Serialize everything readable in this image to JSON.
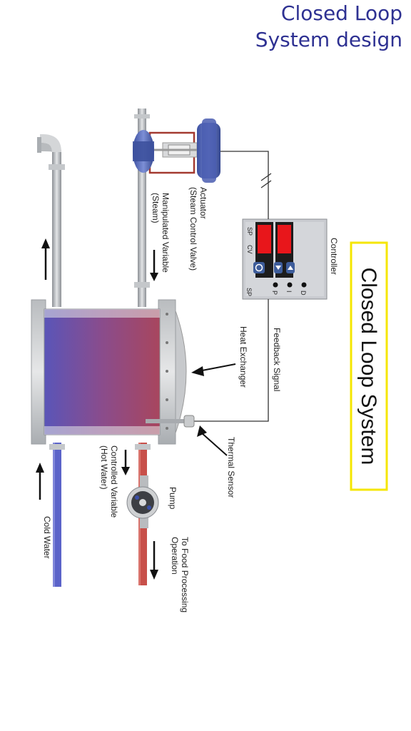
{
  "title": {
    "line1": "Closed Loop",
    "line2": "System design"
  },
  "diagram": {
    "banner": "Closed Loop System",
    "labels": {
      "controller": "Controller",
      "feedback": "Feedback Signal",
      "heat_exchanger": "Heat Exchanger",
      "thermal_sensor": "Thermal Sensor",
      "actuator_1": "Actuator",
      "actuator_2": "(Steam Control Valve)",
      "manipulated_1": "Manipulated Variable",
      "manipulated_2": "(Steam)",
      "pump": "Pump",
      "controlled_1": "Controlled Variable",
      "controlled_2": "(Hot Water)",
      "food_1": "To Food Processing",
      "food_2": "Operation",
      "cold_water": "Cold Water"
    },
    "controller_panel": {
      "sp": "SP",
      "cv": "CV",
      "sp_bottom": "SP",
      "p": "P",
      "i": "I",
      "d": "D"
    },
    "colors": {
      "banner_border": "#f5e600",
      "display_red": "#e8161b",
      "title_blue": "#2e3192",
      "hot_pipe": "#c8504a",
      "cold_pipe": "#5b63c9"
    }
  }
}
